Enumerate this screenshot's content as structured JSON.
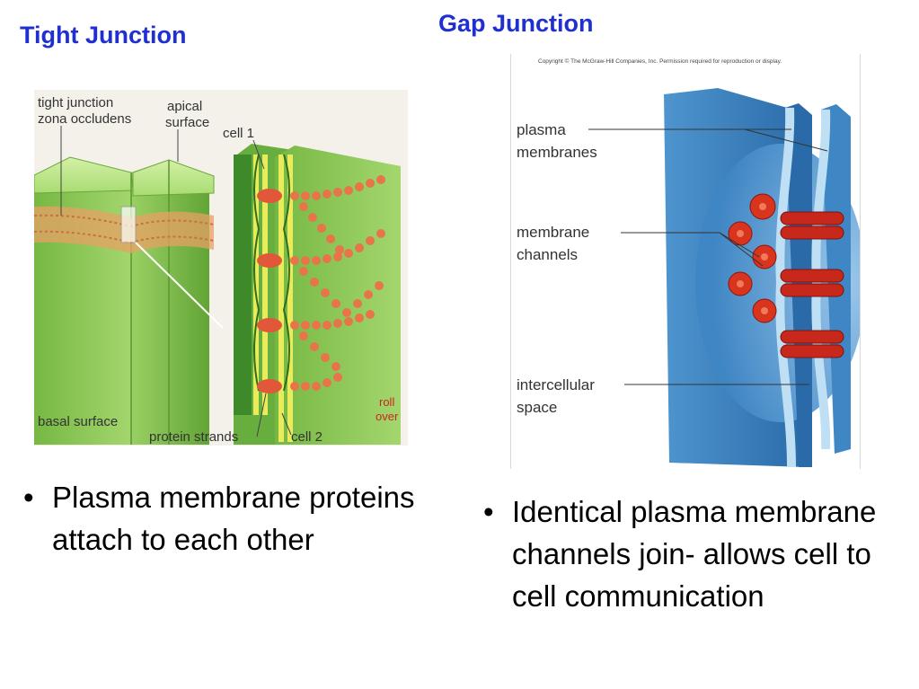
{
  "titles": {
    "left": "Tight Junction",
    "right": "Gap Junction"
  },
  "tight_junction": {
    "labels": {
      "tight_junction": "tight junction",
      "zona_occludens": "zona occludens",
      "apical": "apical",
      "surface": "surface",
      "cell1": "cell 1",
      "basal_surface": "basal surface",
      "protein_strands": "protein strands",
      "cell2": "cell 2",
      "roll": "roll",
      "over": "over"
    },
    "colors": {
      "cell_green": "#7fc24a",
      "membrane_yellow": "#e8ec5a",
      "protein_red": "#e2563a"
    }
  },
  "gap_junction": {
    "copyright": "Copyright © The McGraw-Hill Companies, Inc. Permission required for reproduction or display.",
    "labels": {
      "plasma": "plasma",
      "membranes": "membranes",
      "membrane": "membrane",
      "channels": "channels",
      "intercellular": "intercellular",
      "space": "space"
    },
    "colors": {
      "membrane_blue": "#3f86c4",
      "channel_red": "#c8281c"
    }
  },
  "bullets": {
    "left": "Plasma membrane proteins attach to each other",
    "right": "Identical plasma membrane channels join- allows cell to cell communication"
  }
}
